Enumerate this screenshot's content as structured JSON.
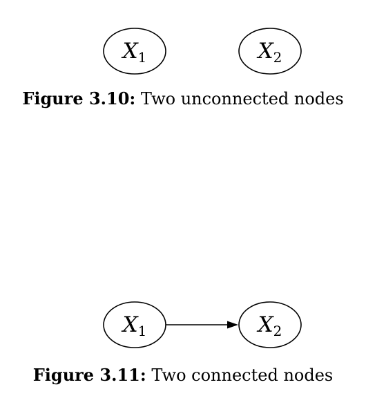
{
  "figures": [
    {
      "nodes": [
        {
          "var": "X",
          "sub": "1"
        },
        {
          "var": "X",
          "sub": "2"
        }
      ],
      "caption_label": "Figure 3.10:",
      "caption_text": "Two unconnected nodes"
    },
    {
      "nodes": [
        {
          "var": "X",
          "sub": "1"
        },
        {
          "var": "X",
          "sub": "2"
        }
      ],
      "edges": [
        {
          "from": "X1",
          "to": "X2",
          "directed": true
        }
      ],
      "caption_label": "Figure 3.11:",
      "caption_text": "Two connected nodes"
    }
  ],
  "colors": {
    "stroke": "#000000",
    "background": "#ffffff"
  }
}
